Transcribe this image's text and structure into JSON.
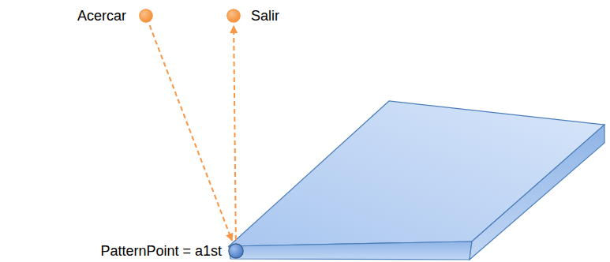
{
  "diagram": {
    "nodes": [
      {
        "text": [
          "Acercar"
        ]
      },
      {
        "text": [
          "Salir"
        ]
      },
      {
        "text": [
          "PatternPoint = a1st"
        ]
      }
    ],
    "edges": [
      {
        "from": 0,
        "to": 2,
        "arrow": "to"
      },
      {
        "from": 2,
        "to": 1,
        "arrow": "to"
      }
    ]
  }
}
